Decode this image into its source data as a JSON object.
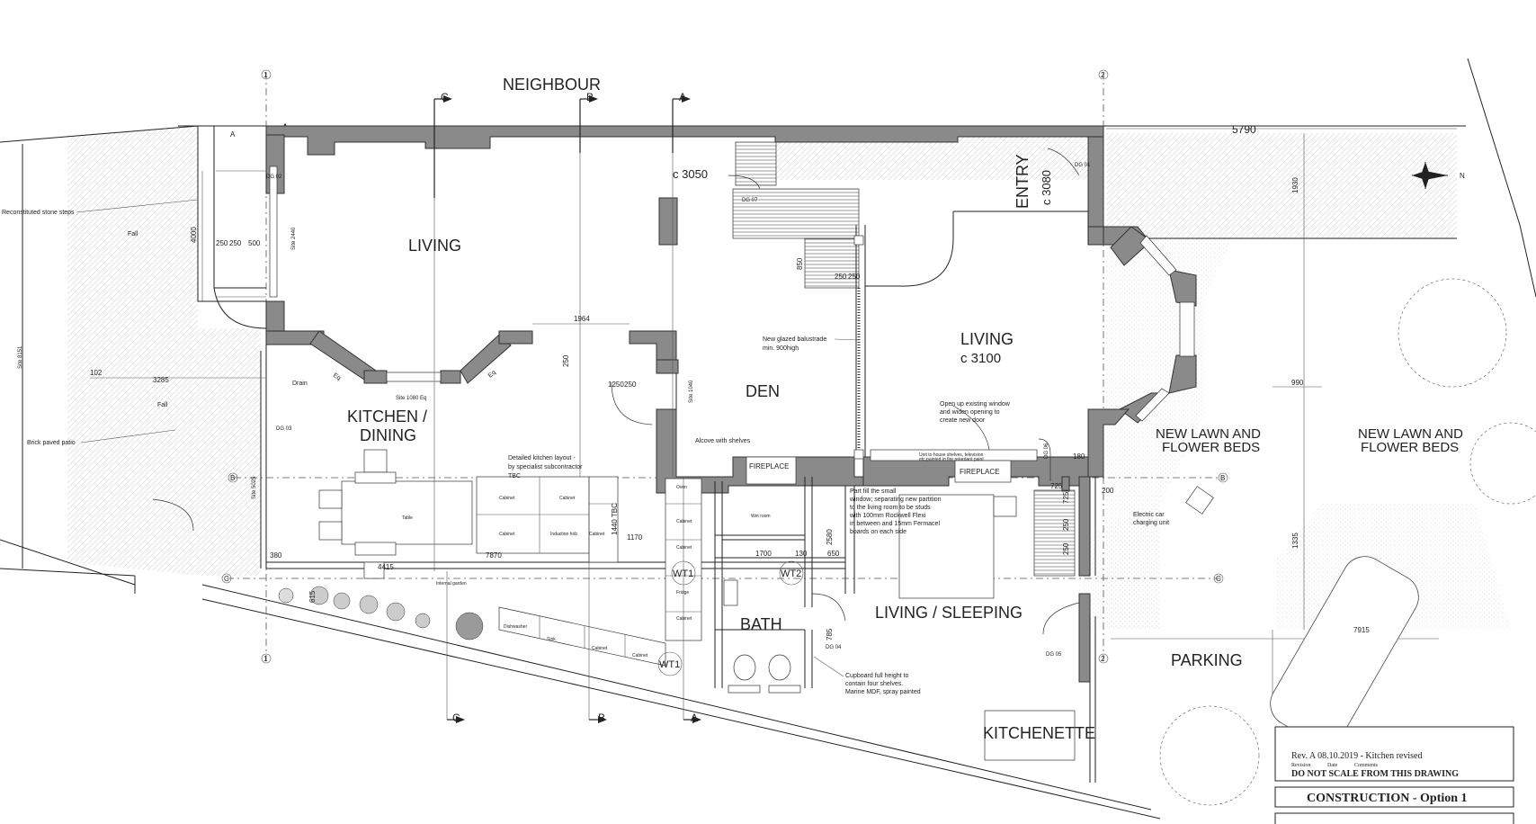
{
  "rooms": {
    "neighbour": "NEIGHBOUR",
    "living_left": "LIVING",
    "kitchen_line1": "KITCHEN /",
    "kitchen_line2": "DINING",
    "den": "DEN",
    "entry": "ENTRY",
    "living_right": "LIVING",
    "living_right_sub": "c 3100",
    "living_sleeping": "LIVING / SLEEPING",
    "bath": "BATH",
    "kitchenette": "KITCHENETTE",
    "parking": "PARKING",
    "lawn_left_1": "NEW LAWN AND",
    "lawn_left_2": "FLOWER BEDS",
    "lawn_right_1": "NEW LAWN AND",
    "lawn_right_2": "FLOWER BEDS",
    "fireplace_left": "FIREPLACE",
    "fireplace_right": "FIREPLACE"
  },
  "annotations": {
    "c3050": "c 3050",
    "c3080": "c 3080",
    "reconstituted_steps": "Reconstituted stone steps",
    "fall1": "Fall",
    "fall2": "Fall",
    "drain": "Drain",
    "brick_patio": "Brick paved patio",
    "glazed_balustrade_1": "New glazed balustrade",
    "glazed_balustrade_2": "min. 900high",
    "alcove": "Alcove with shelves",
    "kitchen_layout_1": "Detailed kitchen layout -",
    "kitchen_layout_2": "by specialist subcontractor",
    "kitchen_layout_3": "TBC",
    "open_window_1": "Open up existing window",
    "open_window_2": "and widen opening to",
    "open_window_3": "create new door",
    "unit_house_1": "Unit to house shelves, television",
    "unit_house_2": "etc.painted in fire retardant paint",
    "partfill_1": "Part fill the small",
    "partfill_2": "window; separating new partition",
    "partfill_3": "to the living room to be studs",
    "partfill_4": "with 100mm Rockwell Flexi",
    "partfill_5": "in between and 15mm Fermacel",
    "partfill_6": "boards on each side",
    "ev_1": "Electric car",
    "ev_2": "charging unit",
    "cupboard_1": "Cupboard full height to",
    "cupboard_2": "contain four shelves.",
    "cupboard_3": "Marine MDF, spray painted",
    "internal_garden": "Internal garden",
    "table": "Table",
    "cabinet_1": "Cabinet",
    "cabinet_2": "Cabinet",
    "cabinet_3": "Cabinet",
    "induction_hob": "Induction hob",
    "cabinet_4": "Cabinet",
    "oven": "Oven",
    "cabinet_5": "Cabinet",
    "cabinet_6": "Cabinet",
    "fridge": "Fridge",
    "cabinet_7": "Cabinet",
    "wet_room": "Wet room",
    "dishwasher": "Dishwasher",
    "sink": "Sink",
    "cabinet_8": "Cabinet",
    "cabinet_9": "Cabinet",
    "wt1_a": "WT1",
    "wt1_b": "WT1",
    "wt2": "WT2",
    "dg02": "DG 02",
    "dg03": "DG 03",
    "dg01": "DG 01",
    "dg04": "DG 04",
    "dg05": "DG 05",
    "dg06": "DG 06",
    "dg07": "DG 07",
    "site_1080": "Site 1080 Eq",
    "site_1040": "Site 1040",
    "site_2440": "Site 2440",
    "site_5025": "Site 5025",
    "site_8151": "Site 8151",
    "eq1": "Eq",
    "eq2": "Eq"
  },
  "dimensions": {
    "d5790": "5790",
    "d1964": "1964",
    "d4000": "4000",
    "d250a": "250",
    "d250b": "250",
    "d500": "500",
    "d102": "102",
    "d3285": "3285",
    "d250c": "250",
    "d1250": "1250",
    "d250d": "250",
    "d850": "850",
    "d250e": "250",
    "d250f": "250",
    "d1440": "1440 TBC",
    "d1170": "1170",
    "d380": "380",
    "d7870": "7870",
    "d4415": "4415",
    "d615": "615",
    "d1700": "1700",
    "d130": "130",
    "d650": "650",
    "d2580": "2580",
    "d785": "785",
    "d725a": "725",
    "d725b": "725",
    "d250g": "250",
    "d250h": "250",
    "d200": "200",
    "d180": "180",
    "d1930": "1930",
    "d990": "990",
    "d1335": "1335",
    "d7915": "7915"
  },
  "sections": {
    "c_top": "C",
    "b_top": "B",
    "a_top": "A",
    "c_bot": "C",
    "b_bot": "B",
    "a_bot": "A",
    "grid_a": "A",
    "grid_a2": "A",
    "grid_b_left": "B",
    "grid_b_right": "B",
    "grid_c_left": "C",
    "grid_c_right": "C",
    "grid_1_top": "1",
    "grid_1_bot": "1",
    "grid_2_top": "2",
    "grid_2_bot": "2"
  },
  "title_block": {
    "revision_line": "Rev. A   08.10.2019 - Kitchen revised",
    "rev_header_1": "Revision",
    "rev_header_2": "Date",
    "rev_header_3": "Comments",
    "warning": "DO NOT SCALE FROM THIS DRAWING",
    "drawing_title": "CONSTRUCTION - Option 1"
  },
  "north": "N"
}
